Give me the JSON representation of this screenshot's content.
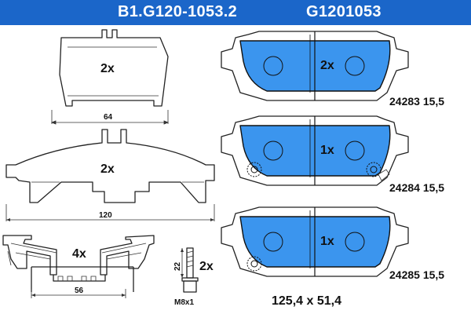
{
  "header": {
    "left_code": "B1.G120-1053.2",
    "right_code": "G1201053"
  },
  "parts": {
    "shim_top": {
      "quantity": "2x",
      "width": "64"
    },
    "shim_wide": {
      "quantity": "2x",
      "width": "120"
    },
    "clips": {
      "quantity": "4x",
      "width": "56"
    },
    "bolt": {
      "quantity": "2x",
      "length": "22",
      "thread": "M8x1"
    }
  },
  "pads": [
    {
      "quantity": "2x",
      "label": "24283 15,5"
    },
    {
      "quantity": "1x",
      "label": "24284 15,5"
    },
    {
      "quantity": "1x",
      "label": "24285 15,5"
    }
  ],
  "dimensions": "125,4 x 51,4",
  "colors": {
    "header_bg": "#1b66c9",
    "pad_fill": "#3b95ee"
  }
}
